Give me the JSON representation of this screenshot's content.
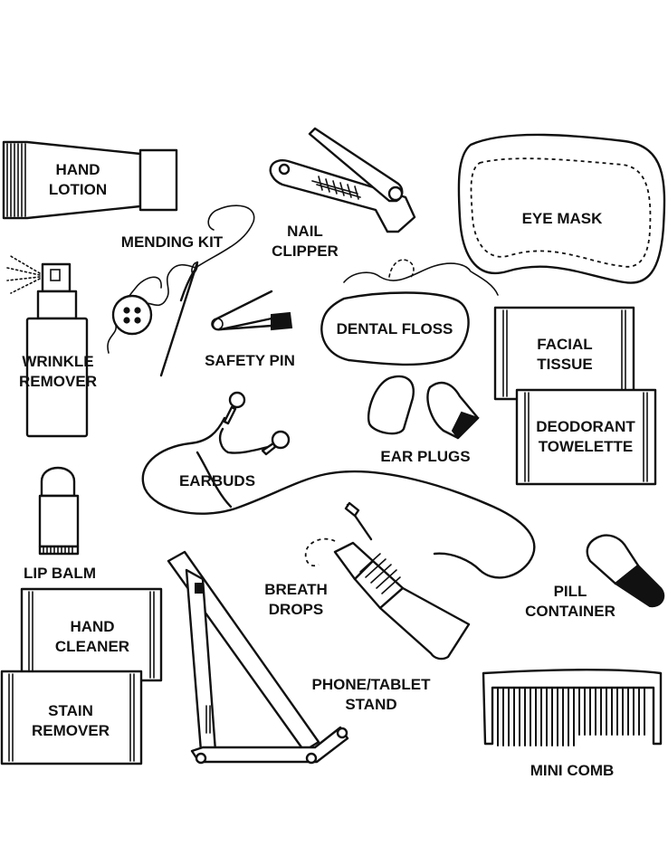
{
  "items": {
    "hand_lotion": [
      "HAND",
      "LOTION"
    ],
    "nail_clipper": [
      "NAIL",
      "CLIPPER"
    ],
    "eye_mask": [
      "EYE MASK"
    ],
    "mending_kit": [
      "MENDING KIT"
    ],
    "dental_floss": [
      "DENTAL FLOSS"
    ],
    "wrinkle_remover": [
      "WRINKLE",
      "REMOVER"
    ],
    "safety_pin": [
      "SAFETY PIN"
    ],
    "facial_tissue": [
      "FACIAL",
      "TISSUE"
    ],
    "deodorant_towelette": [
      "DEODORANT",
      "TOWELETTE"
    ],
    "earbuds": [
      "EARBUDS"
    ],
    "ear_plugs": [
      "EAR PLUGS"
    ],
    "lip_balm": [
      "LIP BALM"
    ],
    "breath_drops": [
      "BREATH",
      "DROPS"
    ],
    "pill_container": [
      "PILL",
      "CONTAINER"
    ],
    "hand_cleaner": [
      "HAND",
      "CLEANER"
    ],
    "phone_tablet_stand": [
      "PHONE/TABLET",
      "STAND"
    ],
    "stain_remover": [
      "STAIN",
      "REMOVER"
    ],
    "mini_comb": [
      "MINI COMB"
    ]
  }
}
